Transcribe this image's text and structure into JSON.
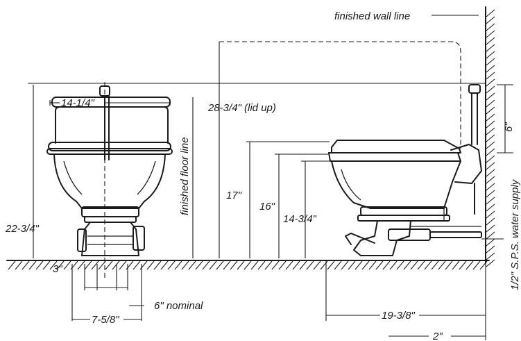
{
  "labels": {
    "finished_wall_line": "finished wall line",
    "width_top": "14-1/4\"",
    "lid_up_height": "28-3/4\" (lid up)",
    "finished_floor_line": "finished floor line",
    "overall_height_front": "22-3/4\"",
    "seat_height_17": "17\"",
    "bowl_height_16": "16\"",
    "rim_height": "14-3/4\"",
    "wall_offset_6": "6\"",
    "water_supply": "1/2\" S.P.S. water supply",
    "bolt_3": "3\"",
    "base_width": "7-5/8\"",
    "nominal": "6\" nominal",
    "depth_19": "19-3/8\"",
    "depth_bottom": "2\""
  }
}
